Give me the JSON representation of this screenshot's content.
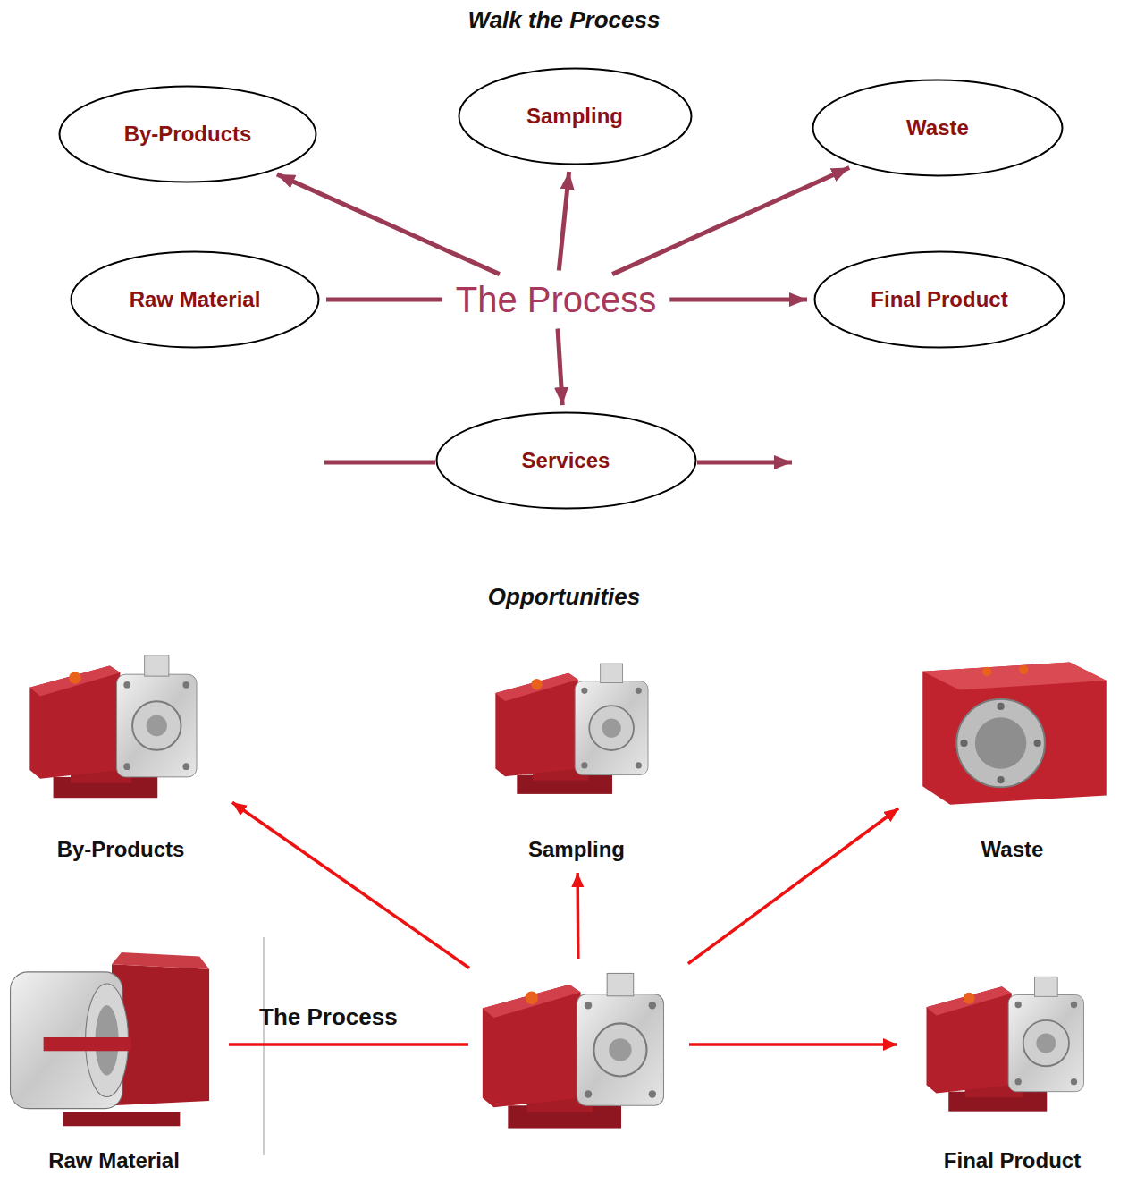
{
  "diagram": {
    "title": "Walk the Process",
    "nodes": [
      {
        "text": [
          "By-Products"
        ]
      },
      {
        "text": [
          "Sampling"
        ]
      },
      {
        "text": [
          "Waste"
        ]
      },
      {
        "text": [
          "Raw Material"
        ]
      },
      {
        "text": [
          "The Process"
        ]
      },
      {
        "text": [
          "Final Product"
        ]
      },
      {
        "text": [
          "Services"
        ]
      },
      {
        "text": [
          "By-Products"
        ]
      },
      {
        "text": [
          "Sampling"
        ]
      },
      {
        "text": [
          "Waste"
        ]
      },
      {
        "text": [
          "Raw Material"
        ]
      },
      {
        "text": [
          "The Process"
        ]
      },
      {
        "text": [
          "Final Product"
        ]
      }
    ],
    "edges": [
      {
        "from": 4,
        "to": 0,
        "arrow": "to"
      },
      {
        "from": 4,
        "to": 1,
        "arrow": "to"
      },
      {
        "from": 4,
        "to": 2,
        "arrow": "to"
      },
      {
        "from": 3,
        "to": 4,
        "arrow": "none"
      },
      {
        "from": 4,
        "to": 5,
        "arrow": "to"
      },
      {
        "from": 4,
        "to": 6,
        "arrow": "to"
      },
      {
        "from": 11,
        "to": 7,
        "arrow": "to"
      },
      {
        "from": 11,
        "to": 8,
        "arrow": "to"
      },
      {
        "from": 11,
        "to": 9,
        "arrow": "to"
      },
      {
        "from": 10,
        "to": 11,
        "arrow": "none"
      },
      {
        "from": 11,
        "to": 12,
        "arrow": "to"
      }
    ],
    "labels": [
      "Opportunities"
    ]
  }
}
